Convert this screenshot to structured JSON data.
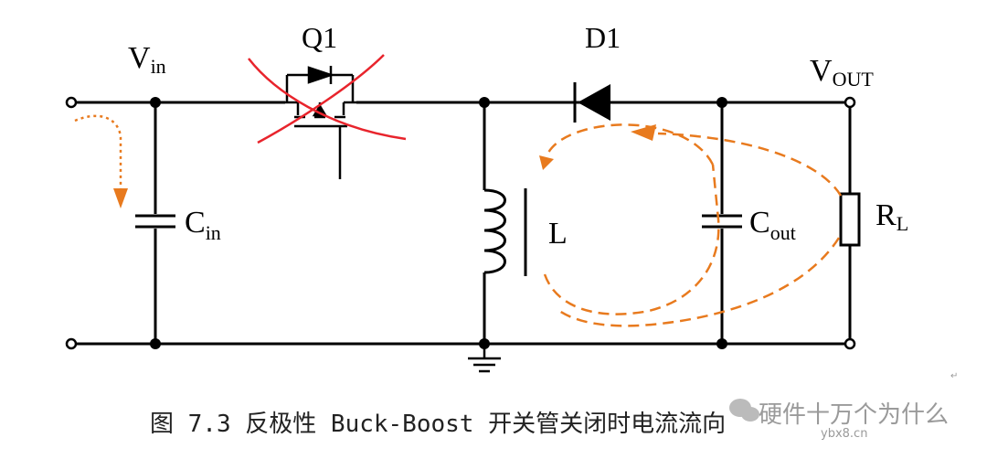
{
  "diagram": {
    "labels": {
      "vin_main": "V",
      "vin_sub": "in",
      "q1": "Q1",
      "d1": "D1",
      "vout_main": "V",
      "vout_sub": "OUT",
      "cin_main": "C",
      "cin_sub": "in",
      "l": "L",
      "cout_main": "C",
      "cout_sub": "out",
      "rl_main": "R",
      "rl_sub": "L"
    },
    "caption": "图 7.3 反极性 Buck-Boost 开关管关闭时电流流向",
    "watermark": "硬件十万个为什么",
    "watermark_site": "ybx8.cn"
  },
  "colors": {
    "wire": "#000000",
    "current": "#e87a1e",
    "cross": "#e8242c",
    "watermark": "#9a9a9a"
  }
}
